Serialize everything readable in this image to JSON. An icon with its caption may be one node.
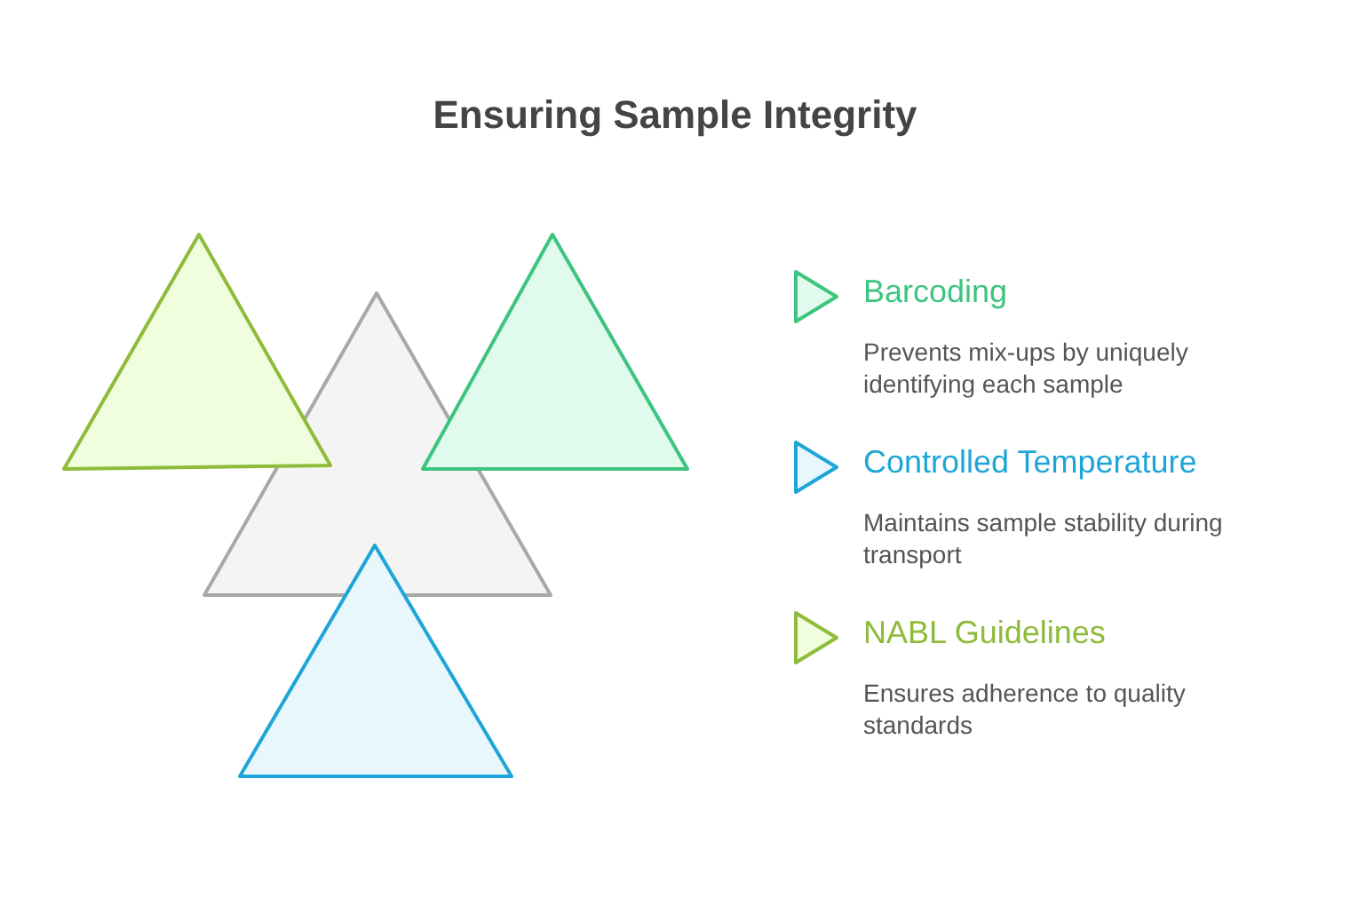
{
  "diagram": {
    "title": "Ensuring Sample Integrity",
    "labels": [
      "Barcoding",
      "Prevents mix-ups by uniquely identifying each sample",
      "Controlled Temperature",
      "Maintains sample stability during transport",
      "NABL Guidelines",
      "Ensures adherence to quality standards"
    ]
  }
}
